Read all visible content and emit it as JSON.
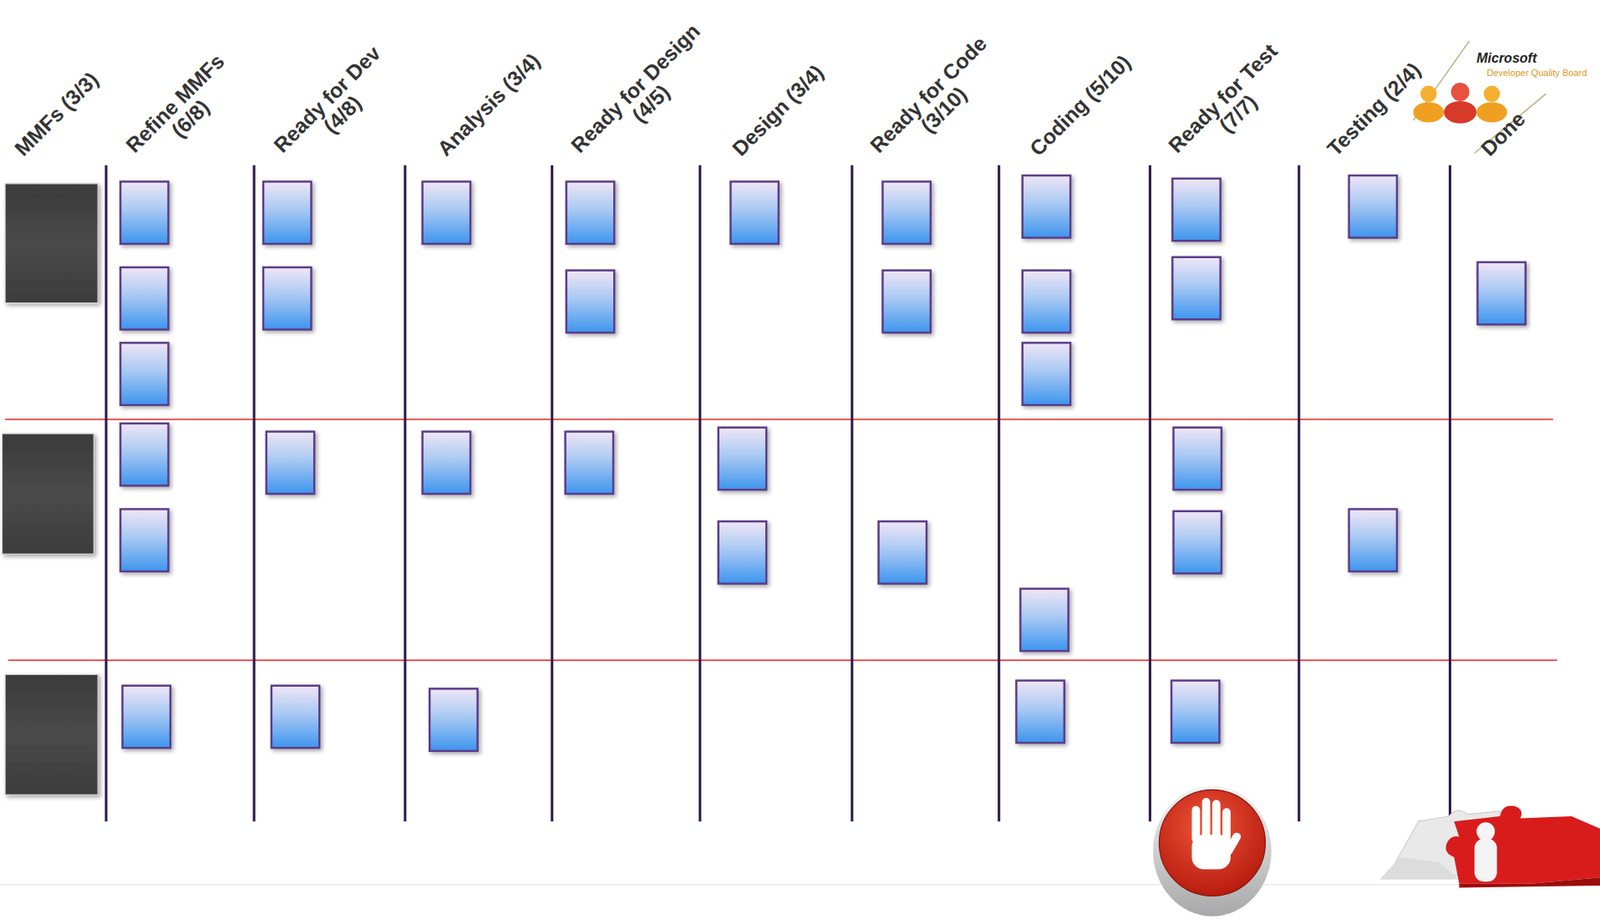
{
  "diagram": {
    "labels": [
      "MMFs (3/3)",
      "Refine MMFs (6/8)",
      "Ready for Dev (4/8)",
      "Analysis (3/4)",
      "Ready for Design (4/5)",
      "Design (3/4)",
      "Ready for Code (3/10)",
      "Coding (5/10)",
      "Ready for Test (7/7)",
      "Testing (2/4)",
      "Done",
      "Microsoft",
      "Developer Quality Board"
    ]
  }
}
